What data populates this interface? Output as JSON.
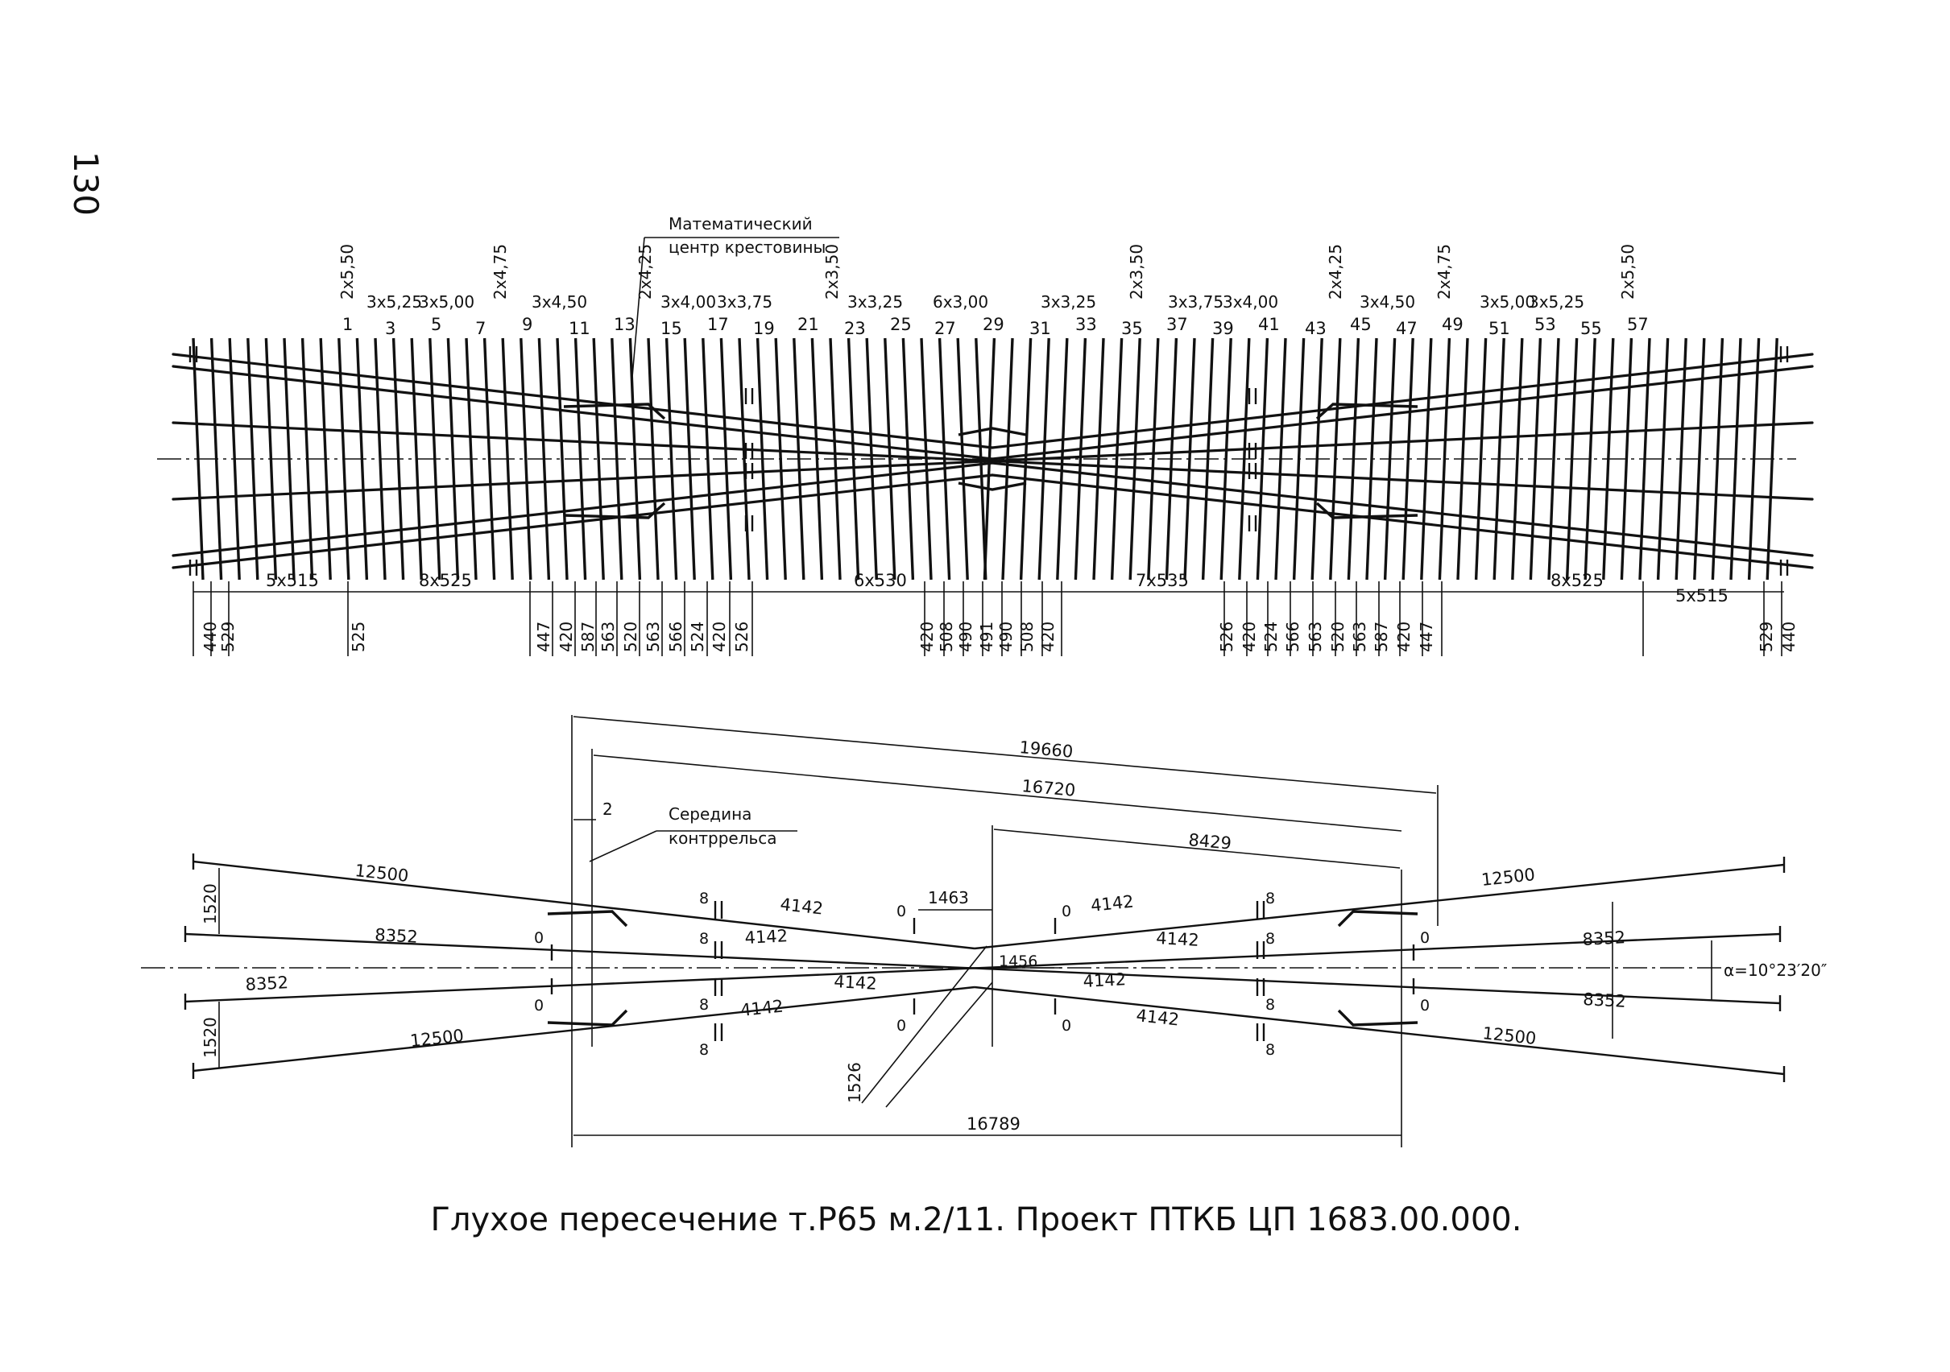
{
  "page": {
    "page_number": "130"
  },
  "caption": "Глухое пересечение т.Р65 м.2/11. Проект ПТКБ ЦП 1683.00.000.",
  "top_plan": {
    "annotation": {
      "line1": "Математический",
      "line2": "центр крестовины"
    },
    "tie_group_labels": [
      "2x5,50",
      "3x5,25",
      "3x5,00",
      "2x4,75",
      "3x4,50",
      "2x4,25",
      "3x4,00",
      "3x3,75",
      "2x3,50",
      "3x3,25",
      "6x3,00",
      "3x3,25",
      "2x3,50",
      "3x3,75",
      "3x4,00",
      "2x4,25",
      "3x4,50",
      "2x4,75",
      "3x5,00",
      "3x5,25",
      "2x5,50"
    ],
    "tie_numbers": [
      "1",
      "3",
      "5",
      "7",
      "9",
      "11",
      "13",
      "15",
      "17",
      "19",
      "21",
      "23",
      "25",
      "27",
      "29",
      "31",
      "33",
      "35",
      "37",
      "39",
      "41",
      "43",
      "45",
      "47",
      "49",
      "51",
      "53",
      "55",
      "57"
    ],
    "spacing_groups": [
      "5x515",
      "8x525",
      "6x530",
      "7x535",
      "8x525",
      "5x515"
    ],
    "spacing_values_left": [
      "440",
      "529",
      "525",
      "447",
      "420",
      "587",
      "563",
      "520",
      "563",
      "566",
      "524",
      "420",
      "526"
    ],
    "spacing_values_center": [
      "420",
      "508",
      "490",
      "491",
      "490",
      "508",
      "420"
    ],
    "spacing_values_right": [
      "526",
      "420",
      "524",
      "566",
      "563",
      "520",
      "563",
      "587",
      "420",
      "447",
      "529",
      "440"
    ]
  },
  "bottom_scheme": {
    "overall_dims": [
      "19660",
      "16720",
      "8429",
      "16789"
    ],
    "offset_small": "2",
    "guard_rail_note": {
      "line1": "Середина",
      "line2": "контррельса"
    },
    "side_gauge": [
      "1520",
      "1520"
    ],
    "rail_lengths_outer": [
      "12500",
      "12500",
      "12500",
      "12500"
    ],
    "rail_lengths_inner": [
      "8352",
      "8352",
      "8352",
      "8352"
    ],
    "rail_lengths_mid": [
      "4142",
      "4142",
      "4142",
      "4142",
      "4142",
      "4142",
      "4142",
      "4142"
    ],
    "joint_marks": {
      "eight": "8",
      "zero": "0"
    },
    "center_dims": [
      "1463",
      "1456",
      "1526"
    ],
    "angle": "α=10°23′20″"
  }
}
